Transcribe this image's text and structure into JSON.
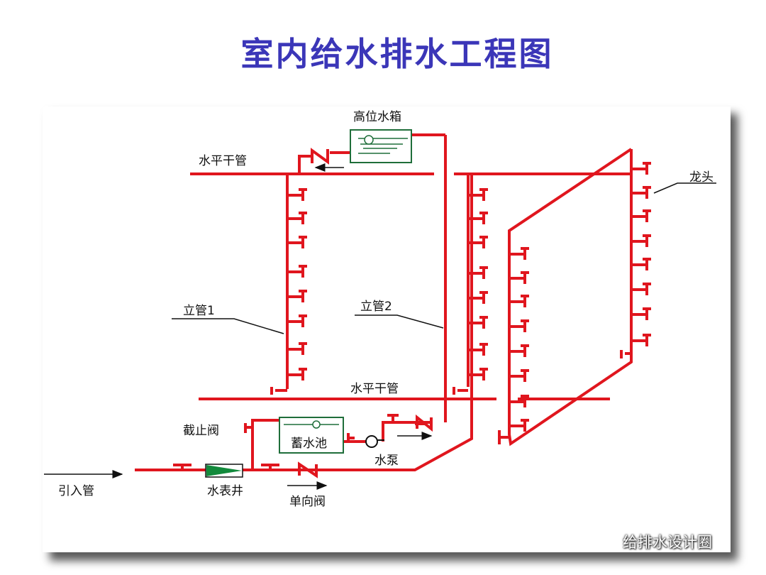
{
  "title": "室内给水排水工程图",
  "labels": {
    "high_tank": "高位水箱",
    "horizontal_main_top": "水平干管",
    "faucet": "龙头",
    "riser_1": "立管1",
    "riser_2": "立管2",
    "horizontal_main_bottom": "水平干管",
    "stop_valve": "截止阀",
    "storage_pool": "蓄水池",
    "pump": "水泵",
    "inlet_pipe": "引入管",
    "meter_well": "水表井",
    "check_valve": "单向阀"
  },
  "watermark": {
    "text": "给排水设计圈",
    "icon": "wechat-icon"
  },
  "colors": {
    "title": "#3b36b8",
    "pipe": "#e0161e",
    "equipment": "#1f6e3a",
    "meter": "#138a3c"
  }
}
